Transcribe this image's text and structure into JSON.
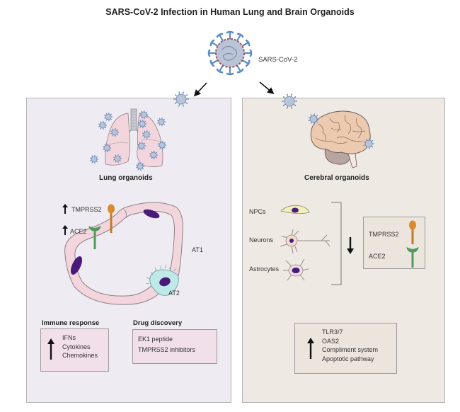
{
  "title": "SARS-CoV-2 Infection in Human Lung and Brain Organoids",
  "virus": {
    "label": "SARS-CoV-2",
    "icon": "coronavirus-icon"
  },
  "colors": {
    "lung_panel_bg": "#efebf2",
    "brain_panel_bg": "#eee9e3",
    "virus_spike": "#5b8cc7",
    "virus_body": "#b9c4d8",
    "nucleus": "#4a1a7a",
    "tmprss2": "#d88a2c",
    "ace2": "#4f9a5c",
    "lung_tissue": "#f3d6dd",
    "at2_cell": "#bfe9e8",
    "brain": "#eccab0",
    "box_pink": "#f1e0ea",
    "box_beige": "#ece5dd"
  },
  "lung_panel": {
    "heading": "Lung organoids",
    "receptors": [
      {
        "label": "TMPRSS2",
        "change": "up"
      },
      {
        "label": "ACE2",
        "change": "up"
      }
    ],
    "cell_labels": [
      "AT1",
      "AT2"
    ],
    "immune_response": {
      "heading": "Immune response",
      "change": "up",
      "items": [
        "IFNs",
        "Cytokines",
        "Chemokines"
      ]
    },
    "drug_discovery": {
      "heading": "Drug discovery",
      "items": [
        "EK1 peptide",
        "TMPRSS2 inhibitors"
      ]
    }
  },
  "brain_panel": {
    "heading": "Cerebral organoids",
    "cell_types": [
      "NPCs",
      "Neurons",
      "Astrocytes"
    ],
    "receptor_change": "down",
    "receptors": [
      "TMPRSS2",
      "ACE2"
    ],
    "upregulated": {
      "change": "up",
      "items": [
        "TLR3/7",
        "OAS2",
        "Compliment system",
        "Apoptotic pathway"
      ]
    }
  }
}
